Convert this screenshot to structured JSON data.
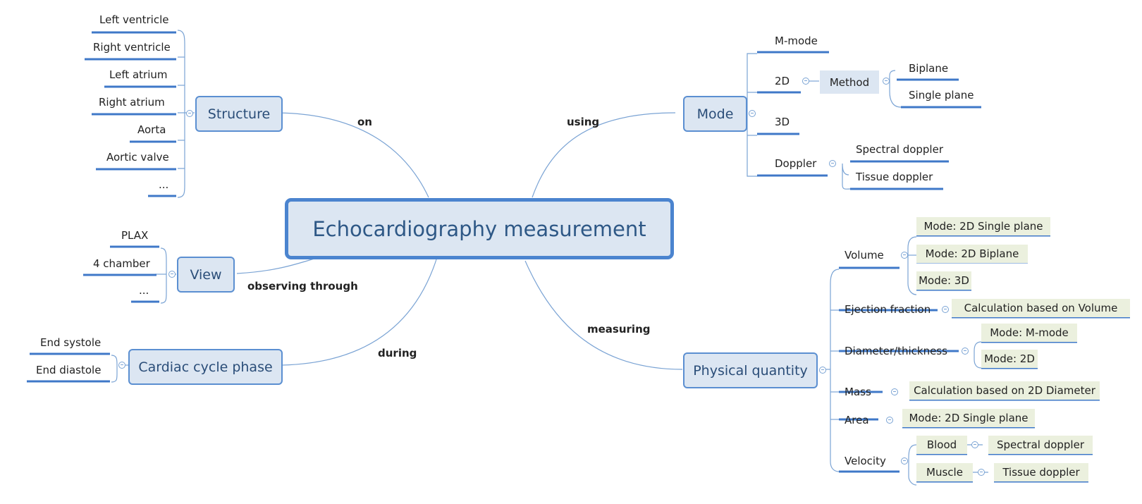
{
  "central": "Echocardiography measurement",
  "structure": {
    "title": "Structure",
    "relation": "on",
    "items": [
      "Left ventricle",
      "Right ventricle",
      "Left atrium",
      "Right atrium",
      "Aorta",
      "Aortic valve",
      "..."
    ]
  },
  "view": {
    "title": "View",
    "relation": "observing through",
    "items": [
      "PLAX",
      "4 chamber",
      "..."
    ]
  },
  "cardiac": {
    "title": "Cardiac cycle phase",
    "relation": "during",
    "items": [
      "End systole",
      "End diastole"
    ]
  },
  "mode": {
    "title": "Mode",
    "relation": "using",
    "mmode": "M-mode",
    "twod": "2D",
    "method": "Method",
    "biplane": "Biplane",
    "single": "Single plane",
    "threed": "3D",
    "doppler": "Doppler",
    "spectral": "Spectral doppler",
    "tissue": "Tissue doppler"
  },
  "physical": {
    "title": "Physical quantity",
    "relation": "measuring",
    "volume": "Volume",
    "vol_single": "Mode: 2D Single plane",
    "vol_biplane": "Mode: 2D Biplane",
    "vol_3d": "Mode: 3D",
    "ef": "Ejection fraction",
    "ef_calc": "Calculation based on Volume",
    "diam": "Diameter/thickness",
    "diam_mmode": "Mode: M-mode",
    "diam_2d": "Mode: 2D",
    "mass": "Mass",
    "mass_calc": "Calculation based on 2D Diameter",
    "area": "Area",
    "area_mode": "Mode: 2D Single plane",
    "velocity": "Velocity",
    "blood": "Blood",
    "blood_mode": "Spectral doppler",
    "muscle": "Muscle",
    "muscle_mode": "Tissue doppler"
  }
}
